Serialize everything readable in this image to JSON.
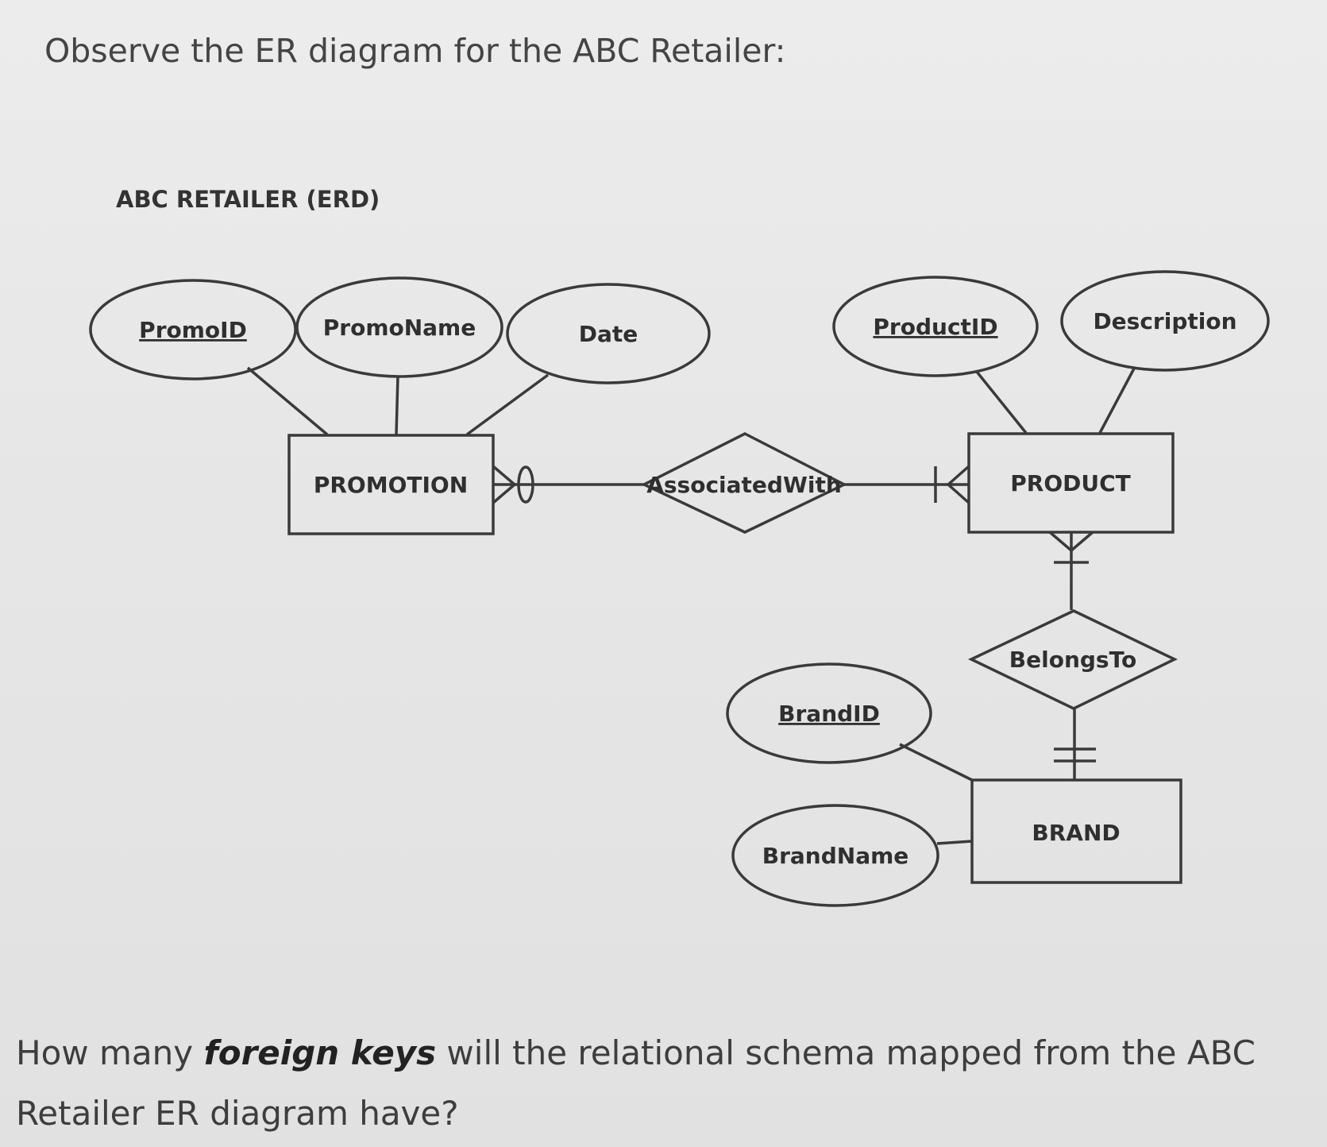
{
  "intro": "Observe the ER diagram for the ABC Retailer:",
  "diagram": {
    "title": "ABC RETAILER (ERD)",
    "attributes": {
      "promo_id": "PromoID",
      "promo_name": "PromoName",
      "date": "Date",
      "product_id": "ProductID",
      "description": "Description",
      "brand_id": "BrandID",
      "brand_name": "BrandName"
    },
    "entities": {
      "promotion": "PROMOTION",
      "product": "PRODUCT",
      "brand": "BRAND"
    },
    "relationships": {
      "associated_with": "AssociatedWith",
      "belongs_to": "BelongsTo"
    }
  },
  "question": {
    "before": "How many ",
    "emphasis": "foreign keys",
    "after": " will the relational schema mapped from the ABC Retailer ER diagram have?"
  }
}
